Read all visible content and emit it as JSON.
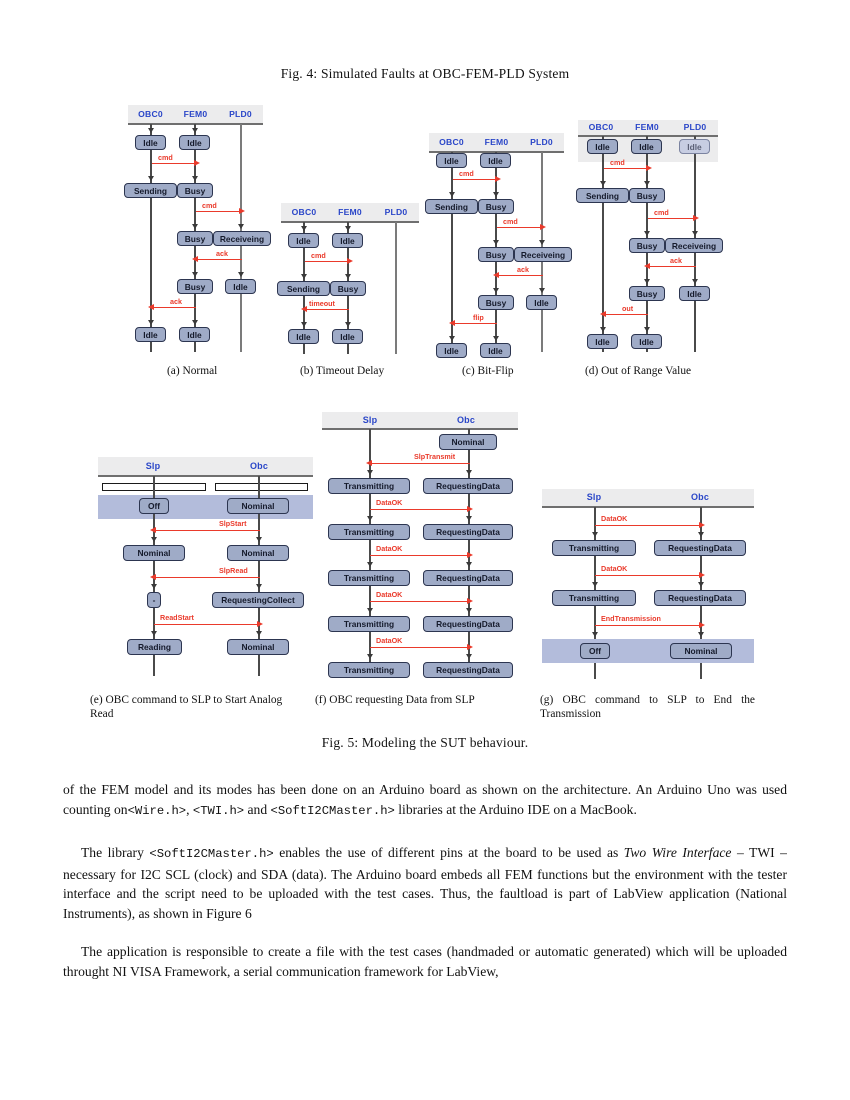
{
  "figure4": {
    "title": "Fig. 4: Simulated Faults at OBC-FEM-PLD System",
    "lanes": [
      "OBC0",
      "FEM0",
      "PLD0"
    ],
    "subfigures": [
      {
        "key": "a",
        "caption": "(a)  Normal",
        "boxes": [
          "Idle",
          "Idle",
          "Sending",
          "Busy",
          "Busy",
          "Receiveing",
          "Busy",
          "Idle",
          "Idle",
          "Idle"
        ],
        "messages": [
          "cmd",
          "cmd",
          "ack",
          "ack"
        ]
      },
      {
        "key": "b",
        "caption": "(b)  Timeout Delay",
        "boxes": [
          "Idle",
          "Idle",
          "Sending",
          "Busy",
          "Idle",
          "Idle"
        ],
        "messages": [
          "cmd",
          "timeout"
        ]
      },
      {
        "key": "c",
        "caption": "(c)  Bit-Flip",
        "boxes": [
          "Idle",
          "Idle",
          "Sending",
          "Busy",
          "Busy",
          "Receiveing",
          "Busy",
          "Idle",
          "Idle",
          "Idle"
        ],
        "messages": [
          "cmd",
          "cmd",
          "ack",
          "flip"
        ]
      },
      {
        "key": "d",
        "caption": "(d)  Out of Range Value",
        "boxes": [
          "Idle",
          "Idle",
          "Idle",
          "Sending",
          "Busy",
          "Busy",
          "Receiveing",
          "Busy",
          "Idle",
          "Idle",
          "Idle"
        ],
        "messages": [
          "cmd",
          "cmd",
          "ack",
          "out"
        ]
      }
    ]
  },
  "figure5": {
    "title": "Fig. 5: Modeling the SUT behaviour.",
    "lanes": [
      "Slp",
      "Obc"
    ],
    "subfigures": [
      {
        "key": "e",
        "caption": "(e) OBC command to SLP to Start Analog Read",
        "rows": [
          [
            "Off",
            "Nominal"
          ],
          [
            "Nominal",
            "Nominal"
          ],
          [
            "-",
            "RequestingCollect"
          ],
          [
            "Reading",
            "Nominal"
          ]
        ],
        "messages": [
          "SlpStart",
          "SlpRead",
          "ReadStart"
        ]
      },
      {
        "key": "f",
        "caption": "(f) OBC requesting Data from SLP",
        "rows": [
          [
            "",
            "Nominal"
          ],
          [
            "Transmitting",
            "RequestingData"
          ],
          [
            "Transmitting",
            "RequestingData"
          ],
          [
            "Transmitting",
            "RequestingData"
          ],
          [
            "Transmitting",
            "RequestingData"
          ],
          [
            "Transmitting",
            "RequestingData"
          ]
        ],
        "messages": [
          "SlpTransmit",
          "DataOK",
          "DataOK",
          "DataOK",
          "DataOK"
        ]
      },
      {
        "key": "g",
        "caption": "(g) OBC command to SLP to End the Transmission",
        "rows": [
          [
            "Transmitting",
            "RequestingData"
          ],
          [
            "Transmitting",
            "RequestingData"
          ],
          [
            "Off",
            "Nominal"
          ]
        ],
        "messages": [
          "DataOK",
          "DataOK",
          "EndTransmission"
        ]
      }
    ]
  },
  "body": {
    "p1_a": "of the FEM model and its modes has been done on an Arduino board as shown on the architecture. An Arduino Uno was used counting on",
    "p1_code1": "<Wire.h>",
    "p1_b": ", ",
    "p1_code2": "<TWI.h>",
    "p1_c": " and ",
    "p1_code3": "<SoftI2CMaster.h>",
    "p1_d": " libraries at the Arduino IDE on a MacBook.",
    "p2_a": "The library ",
    "p2_code1": "<SoftI2CMaster.h>",
    "p2_b": " enables the use of different pins at the board to be used as ",
    "p2_ital1": "Two Wire Interface",
    "p2_c": " – TWI – necessary for I2C SCL (clock) and SDA (data). The Arduino board embeds all FEM functions but the environment with the tester interface and the script need to be uploaded with the test cases. Thus, the faultload is part of LabView application (National Instruments), as shown in Figure 6",
    "p3": "The application is responsible to create a file with the test cases (handmaded or automatic generated) which will be uploaded throught NI VISA Framework, a serial communication framework for LabView,"
  },
  "colors": {
    "state_fill": "#9fabc7",
    "state_border": "#2c3550",
    "arrow_red": "#ea3a2b",
    "lane_label": "#2a46c8",
    "header_band": "#ececed",
    "highlight_band": "#b3bcdb"
  }
}
